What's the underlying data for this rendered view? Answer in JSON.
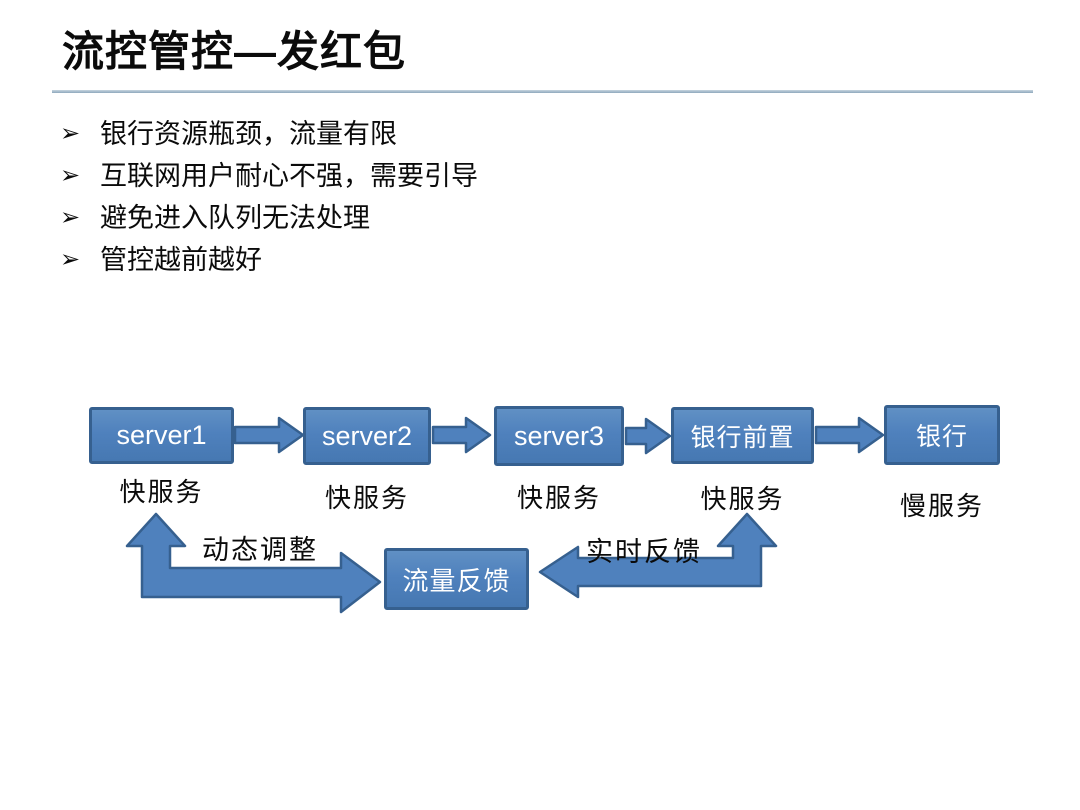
{
  "slide": {
    "title": "流控管控—发红包",
    "bullet_marker": "➢",
    "bullets": [
      "银行资源瓶颈，流量有限",
      "互联网用户耐心不强，需要引导",
      "避免进入队列无法处理",
      "管控越前越好"
    ]
  },
  "diagram": {
    "nodes": [
      {
        "label": "server1",
        "speed": "快服务"
      },
      {
        "label": "server2",
        "speed": "快服务"
      },
      {
        "label": "server3",
        "speed": "快服务"
      },
      {
        "label": "银行前置",
        "speed": "快服务"
      },
      {
        "label": "银行",
        "speed": "慢服务"
      }
    ],
    "feedback_node": "流量反馈",
    "left_loop_label": "动态调整",
    "right_loop_label": "实时反馈",
    "colors": {
      "shape_fill": "#4f81bd",
      "shape_border": "#36608f",
      "shape_text": "#ffffff",
      "title_rule": "#8ea8bc"
    }
  }
}
